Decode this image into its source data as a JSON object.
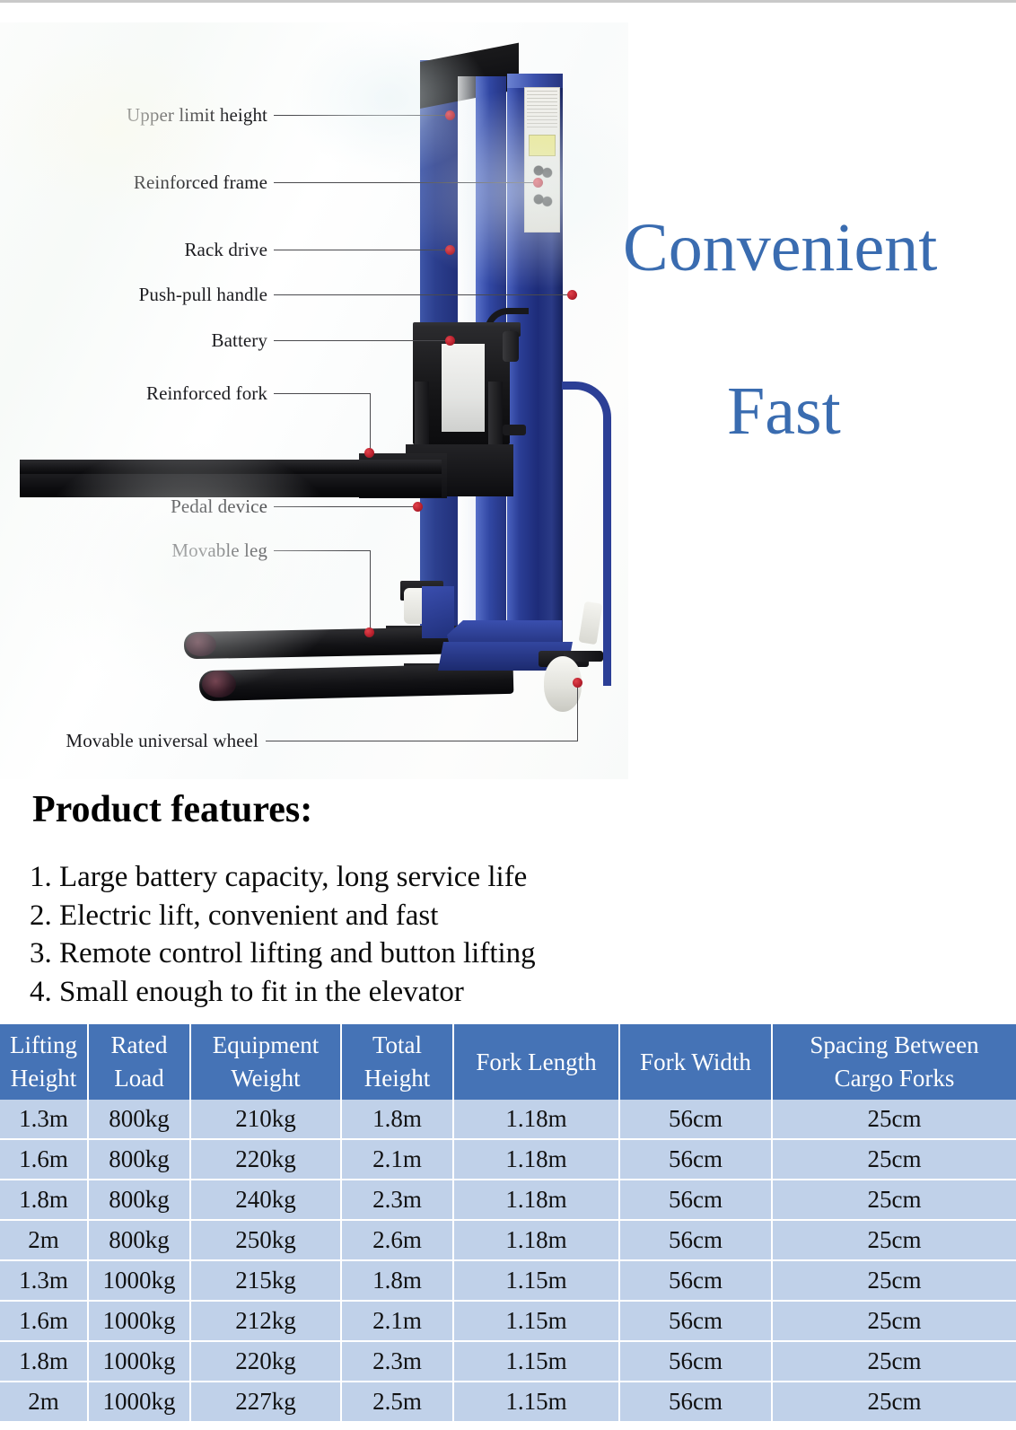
{
  "diagram": {
    "callouts": [
      {
        "label": "Upper limit height"
      },
      {
        "label": "Reinforced frame"
      },
      {
        "label": "Rack drive"
      },
      {
        "label": "Push-pull handle"
      },
      {
        "label": "Battery"
      },
      {
        "label": "Reinforced fork"
      },
      {
        "label": "Pedal device"
      },
      {
        "label": "Movable leg"
      },
      {
        "label": "Movable universal wheel"
      }
    ]
  },
  "slogans": {
    "line1": "Convenient",
    "line2": "Fast",
    "color": "#3a6cb0"
  },
  "features": {
    "title": "Product features:",
    "items": [
      "1. Large battery capacity, long service life",
      "2. Electric lift, convenient and fast",
      "3. Remote control lifting and button lifting",
      "4. Small enough to fit in the elevator"
    ]
  },
  "spec_table": {
    "header_color": "#4573b6",
    "row_color": "#c0d1e9",
    "columns": [
      {
        "line1": "Lifting",
        "line2": "Height"
      },
      {
        "line1": "Rated",
        "line2": "Load"
      },
      {
        "line1": "Equipment",
        "line2": "Weight"
      },
      {
        "line1": "Total",
        "line2": "Height"
      },
      {
        "line1": "Fork Length",
        "line2": ""
      },
      {
        "line1": "Fork Width",
        "line2": ""
      },
      {
        "line1": "Spacing Between",
        "line2": "Cargo Forks"
      }
    ],
    "rows": [
      [
        "1.3m",
        "800kg",
        "210kg",
        "1.8m",
        "1.18m",
        "56cm",
        "25cm"
      ],
      [
        "1.6m",
        "800kg",
        "220kg",
        "2.1m",
        "1.18m",
        "56cm",
        "25cm"
      ],
      [
        "1.8m",
        "800kg",
        "240kg",
        "2.3m",
        "1.18m",
        "56cm",
        "25cm"
      ],
      [
        "2m",
        "800kg",
        "250kg",
        "2.6m",
        "1.18m",
        "56cm",
        "25cm"
      ],
      [
        "1.3m",
        "1000kg",
        "215kg",
        "1.8m",
        "1.15m",
        "56cm",
        "25cm"
      ],
      [
        "1.6m",
        "1000kg",
        "212kg",
        "2.1m",
        "1.15m",
        "56cm",
        "25cm"
      ],
      [
        "1.8m",
        "1000kg",
        "220kg",
        "2.3m",
        "1.15m",
        "56cm",
        "25cm"
      ],
      [
        "2m",
        "1000kg",
        "227kg",
        "2.5m",
        "1.15m",
        "56cm",
        "25cm"
      ]
    ]
  }
}
